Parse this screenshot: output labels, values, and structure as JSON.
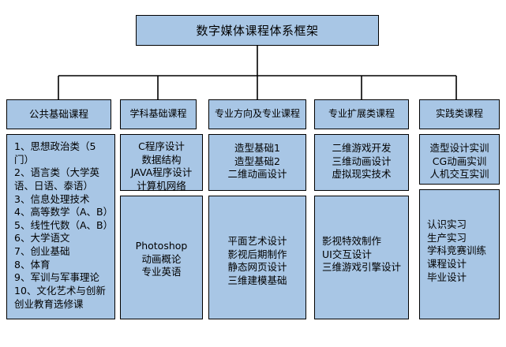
{
  "diagram": {
    "title_box": {
      "label": "数字媒体课程体系框架"
    },
    "theme": {
      "box_fill": "#a8c6e5",
      "box_border": "#000000",
      "connector_color": "#000000",
      "page_background": "#ffffff",
      "text_color": "#000000"
    },
    "columns": [
      {
        "header": "公共基础课程",
        "blocks": [
          {
            "align": "left",
            "items": [
              "1、思想政治类（5门）",
              "2、语言类（大学英语、日语、泰语）",
              "3、信息处理技术",
              "4、高等数学（A、B）",
              "5、线性代数（A、B）",
              "6、大学语文",
              "7、创业基础",
              "8、体育",
              "9、军训与军事理论",
              "10、文化艺术与创新创业教育选修课"
            ]
          }
        ]
      },
      {
        "header": "学科基础课程",
        "blocks": [
          {
            "align": "center",
            "items": [
              "C程序设计",
              "数据结构",
              "JAVA程序设计",
              "计算机网络"
            ]
          },
          {
            "align": "center",
            "items": [
              "Photoshop",
              "动画概论",
              "专业英语"
            ]
          }
        ]
      },
      {
        "header": "专业方向及专业课程",
        "blocks": [
          {
            "align": "center",
            "items": [
              "造型基础1",
              "造型基础2",
              "二维动画设计"
            ]
          },
          {
            "align": "center",
            "items": [
              "平面艺术设计",
              "影视后期制作",
              "静态网页设计",
              "三维建模基础"
            ]
          }
        ]
      },
      {
        "header": "专业扩展类课程",
        "blocks": [
          {
            "align": "center",
            "items": [
              "二维游戏开发",
              "三维动画设计",
              "虚拟现实技术"
            ]
          },
          {
            "align": "left",
            "items": [
              "影视特效制作",
              "UI交互设计",
              "三维游戏引擎设计"
            ]
          }
        ]
      },
      {
        "header": "实践类课程",
        "blocks": [
          {
            "align": "center",
            "items": [
              "造型设计实训",
              "CG动画实训",
              "人机交互实训"
            ]
          },
          {
            "align": "left",
            "items": [
              "认识实习",
              "生产实习",
              "学科竞赛训练",
              "课程设计",
              "毕业设计"
            ]
          }
        ]
      }
    ]
  }
}
